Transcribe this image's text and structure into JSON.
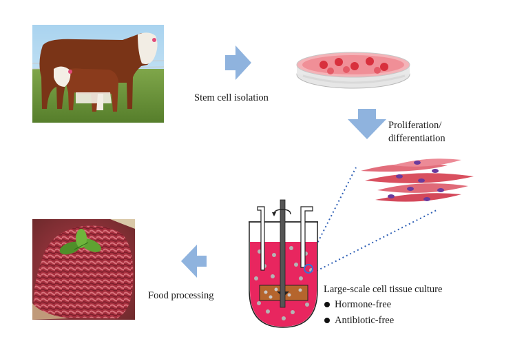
{
  "steps": {
    "isolation": "Stem cell isolation",
    "proliferation_line1": "Proliferation/",
    "proliferation_line2": "differentiation",
    "culture": "Large-scale cell tissue culture",
    "processing": "Food processing"
  },
  "culture_properties": [
    "Hormone-free",
    "Antibiotic-free"
  ],
  "colors": {
    "arrow": "#8fb3de",
    "culture_medium": "#e8265f",
    "dotted_line": "#2e5fb5",
    "scaffold": "#b5652d"
  },
  "icons": [
    "cow-calf-photo",
    "petri-dish-icon",
    "muscle-cells-icon",
    "bioreactor-icon",
    "ground-meat-photo"
  ]
}
